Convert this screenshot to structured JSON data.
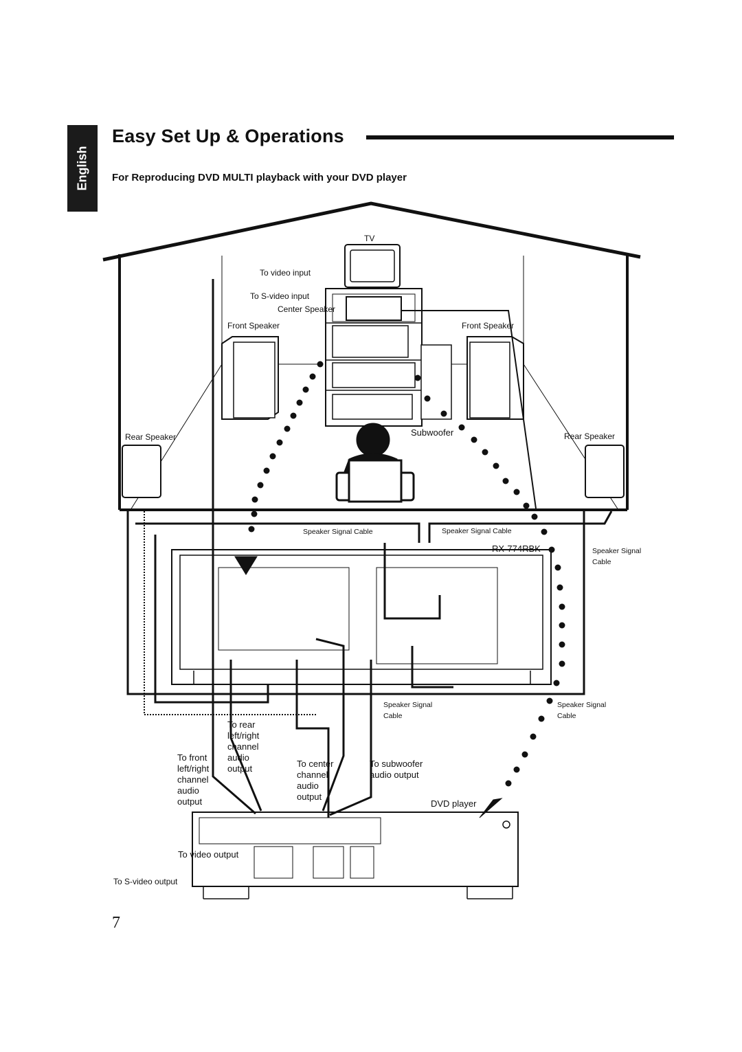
{
  "language_tab": "English",
  "title": "Easy Set Up & Operations",
  "subtitle": "For Reproducing DVD MULTI playback with your DVD player",
  "labels": {
    "tv": "TV",
    "to_video_input": "To video input",
    "to_s_video_input": "To S-video input",
    "center_speaker": "Center Speaker",
    "front_speaker_left": "Front Speaker",
    "front_speaker_right": "Front Speaker",
    "rear_speaker_left": "Rear Speaker",
    "rear_speaker_right": "Rear Speaker",
    "subwoofer": "Subwoofer",
    "speaker_signal_cable_1": "Speaker Signal Cable",
    "speaker_signal_cable_2": "Speaker Signal Cable",
    "receiver_model": "RX-774RBK",
    "speaker_signal_cable_right": "Speaker Signal\nCable",
    "speaker_signal_cable_bottom_1": "Speaker Signal\nCable",
    "speaker_signal_cable_bottom_2": "Speaker Signal\nCable",
    "to_rear": "To rear\nleft/right\nchannel\naudio\noutput",
    "to_front": "To front\nleft/right\nchannel\naudio\noutput",
    "to_center": "To center\nchannel\naudio\noutput",
    "to_subwoofer": "To subwoofer\naudio output",
    "dvd_player": "DVD player",
    "to_video_output": "To video output",
    "to_s_video_output": "To S-video output"
  },
  "page_number": "7"
}
